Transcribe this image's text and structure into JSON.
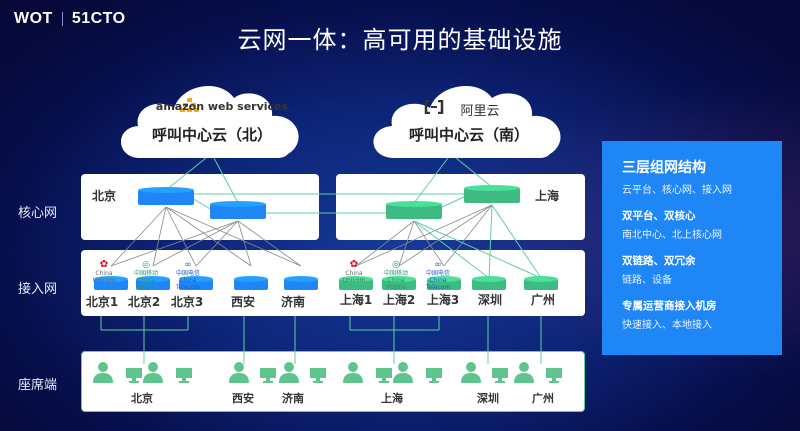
{
  "header": {
    "logo_left": "WOT",
    "logo_right": "51CTO",
    "title": "云网一体：高可用的基础设施"
  },
  "clouds": [
    {
      "brand": "amazon web services",
      "name": "呼叫中心云（北）",
      "icon": "aws-logo-icon"
    },
    {
      "brand": "阿里云",
      "name": "呼叫中心云（南）",
      "icon": "aliyun-logo-icon"
    }
  ],
  "layers": {
    "core": "核心网",
    "access": "接入网",
    "seats": "座席端"
  },
  "core": {
    "north_label": "北京",
    "south_label": "上海"
  },
  "access_nodes": [
    {
      "name": "北京1",
      "carrier": "China Unicom",
      "color": "#1e86f5"
    },
    {
      "name": "北京2",
      "carrier": "China Mobile",
      "color": "#1e86f5"
    },
    {
      "name": "北京3",
      "carrier": "China Telecom",
      "color": "#1e86f5"
    },
    {
      "name": "西安",
      "carrier": "",
      "color": "#1e86f5"
    },
    {
      "name": "济南",
      "carrier": "",
      "color": "#1e86f5"
    },
    {
      "name": "上海1",
      "carrier": "China Unicom",
      "color": "#3dbb82"
    },
    {
      "name": "上海2",
      "carrier": "China Mobile",
      "color": "#3dbb82"
    },
    {
      "name": "上海3",
      "carrier": "China Telecom",
      "color": "#3dbb82"
    },
    {
      "name": "深圳",
      "carrier": "",
      "color": "#3dbb82"
    },
    {
      "name": "广州",
      "carrier": "",
      "color": "#3dbb82"
    }
  ],
  "carriers": {
    "unicom": "China Unicom",
    "mobile": "中国移动 China Mobile",
    "telecom": "中国电信 China Telecom"
  },
  "seat_groups": [
    {
      "name": "北京",
      "agents": 2
    },
    {
      "name": "西安",
      "agents": 1
    },
    {
      "name": "济南",
      "agents": 1
    },
    {
      "name": "上海",
      "agents": 2
    },
    {
      "name": "深圳",
      "agents": 1
    },
    {
      "name": "广州",
      "agents": 1
    }
  ],
  "info": {
    "title": "三层组网结构",
    "title_sub": "云平台、核心网、接入网",
    "items": [
      {
        "heading": "双平台、双核心",
        "sub": "南北中心、北上核心网"
      },
      {
        "heading": "双链路、双冗余",
        "sub": "链路、设备"
      },
      {
        "heading": "专属运营商接入机房",
        "sub": "快速接入、本地接入"
      }
    ]
  },
  "colors": {
    "north": "#1e86f5",
    "south": "#3dbb82",
    "link": "#5fcfa0",
    "mesh": "#8a8a8a",
    "info_bg": "#1e86f5"
  }
}
